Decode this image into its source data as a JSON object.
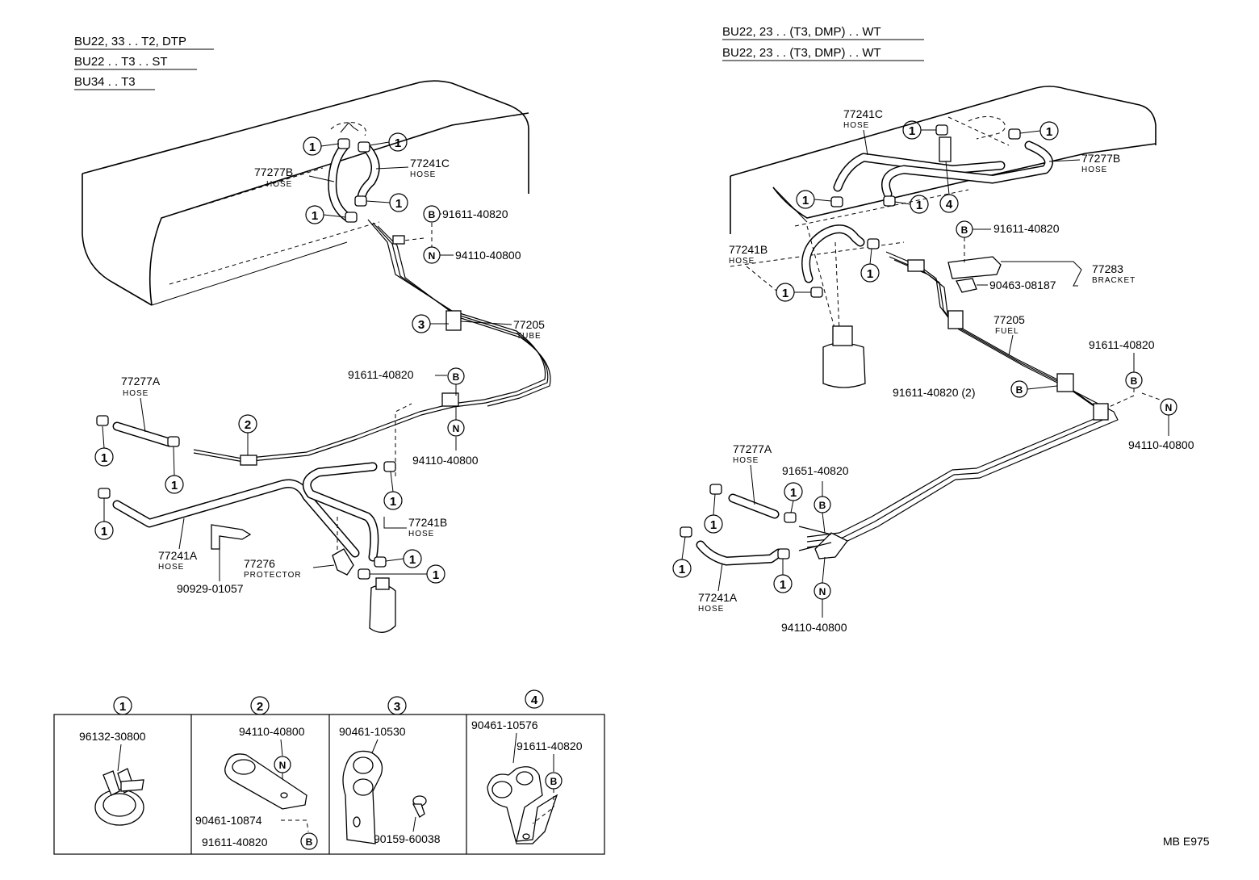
{
  "left": {
    "headers": [
      "BU22, 33 . . T2, DTP",
      "BU22 . . T3 . . ST",
      "BU34 . . T3"
    ],
    "labels": {
      "p77277B": "77277B",
      "p77241C": "77241C",
      "p91611_top": "91611-40820",
      "p94110_top": "94110-40800",
      "p77205": "77205",
      "p91611_mid": "91611-40820",
      "p94110_mid": "94110-40800",
      "p77277A": "77277A",
      "p77241B": "77241B",
      "p77241A": "77241A",
      "p77276": "77276",
      "p90929": "90929-01057"
    },
    "subs": {
      "hose": "HOSE",
      "tube": "TUBE",
      "protector": "PROTECTOR"
    }
  },
  "right": {
    "headers": [
      "BU22, 23 . . (T3, DMP) . . WT",
      "BU22, 23 . . (T3, DMP) . . WT"
    ],
    "labels": {
      "p77241C": "77241C",
      "p77277B": "77277B",
      "p77241B": "77241B",
      "p91611_a": "91611-40820",
      "p77283": "77283",
      "p90463": "90463-08187",
      "p77205": "77205",
      "p91611_b": "91611-40820",
      "p91611_c": "91611-40820 (2)",
      "p94110_a": "94110-40800",
      "p77277A": "77277A",
      "p91651": "91651-40820",
      "p77241A": "77241A",
      "p94110_b": "94110-40800"
    },
    "subs": {
      "hose": "HOSE",
      "bracket": "BRACKET",
      "fuel": "FUEL"
    }
  },
  "callouts": {
    "c1": "1",
    "c2": "2",
    "c3": "3",
    "c4": "4",
    "b": "B",
    "n": "N"
  },
  "legend": {
    "cells": [
      {
        "num": "1",
        "parts": [
          "96132-30800"
        ]
      },
      {
        "num": "2",
        "parts": [
          "94110-40800",
          "90461-10874",
          "91611-40820"
        ]
      },
      {
        "num": "3",
        "parts": [
          "90461-10530",
          "90159-60038"
        ]
      },
      {
        "num": "4",
        "parts": [
          "90461-10576",
          "91611-40820"
        ]
      }
    ]
  },
  "footer": {
    "code": "MB E975"
  }
}
